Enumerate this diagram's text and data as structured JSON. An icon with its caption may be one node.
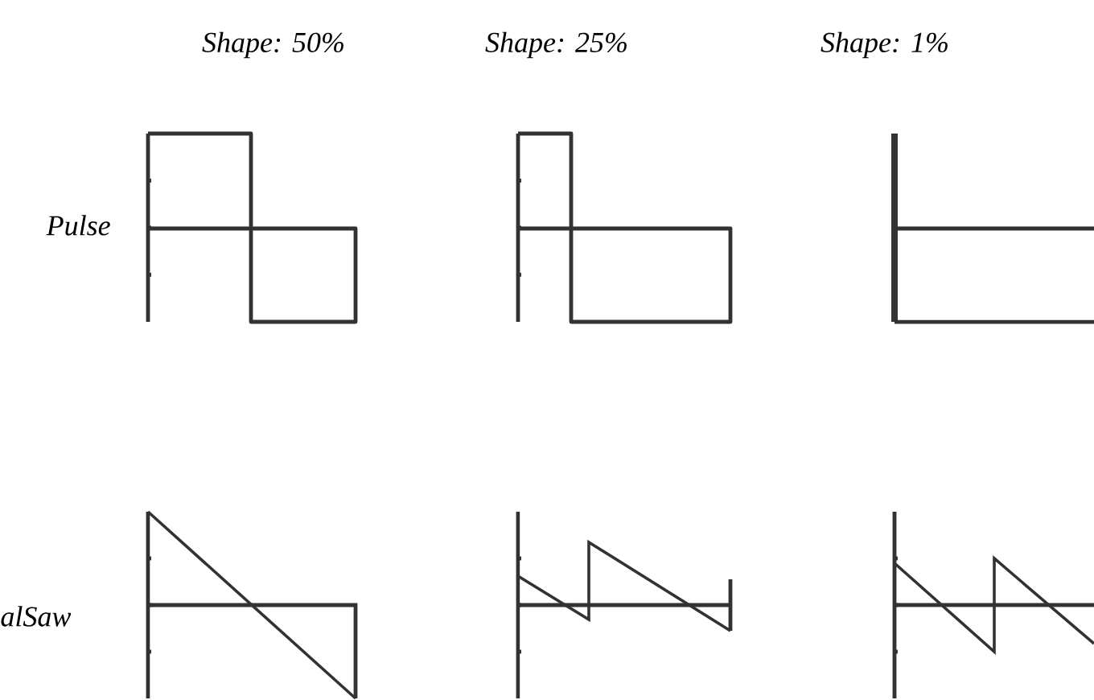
{
  "diagram": {
    "labels": [
      "Shape: 50%",
      "Shape: 25%",
      "Shape: 1%",
      "Pulse",
      "alSaw"
    ]
  }
}
